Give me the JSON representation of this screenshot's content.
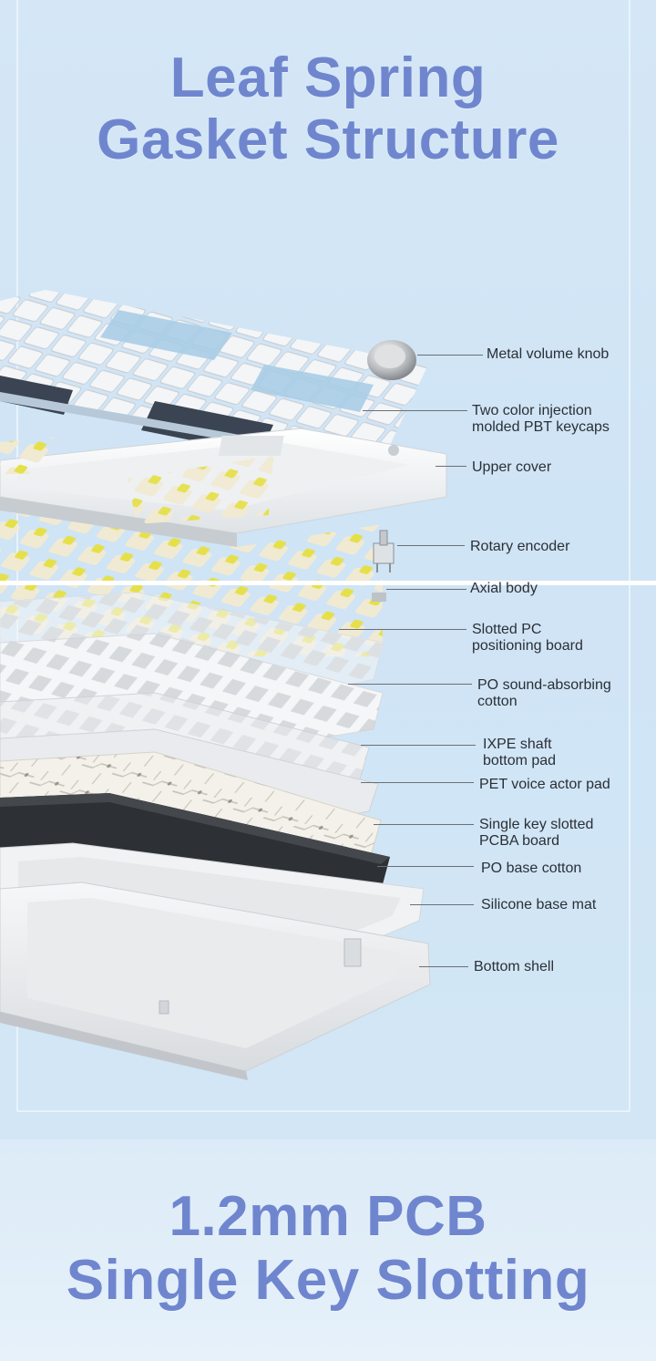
{
  "header": {
    "line1": "Leaf Spring",
    "line2": "Gasket Structure"
  },
  "footer": {
    "line1": "1.2mm PCB",
    "line2": "Single Key Slotting"
  },
  "layers": [
    {
      "line1": "Metal volume knob",
      "line2": ""
    },
    {
      "line1": "Two color injection",
      "line2": "molded PBT keycaps"
    },
    {
      "line1": "Upper cover",
      "line2": ""
    },
    {
      "line1": "Rotary encoder",
      "line2": ""
    },
    {
      "line1": "Axial body",
      "line2": ""
    },
    {
      "line1": "Slotted PC",
      "line2": "positioning board"
    },
    {
      "line1": "PO sound-absorbing",
      "line2": "cotton"
    },
    {
      "line1": "IXPE shaft",
      "line2": "bottom pad"
    },
    {
      "line1": "PET voice actor pad",
      "line2": ""
    },
    {
      "line1": "Single key slotted",
      "line2": "PCBA board"
    },
    {
      "line1": "PO base cotton",
      "line2": ""
    },
    {
      "line1": "Silicone base mat",
      "line2": ""
    },
    {
      "line1": "Bottom shell",
      "line2": ""
    }
  ],
  "colors": {
    "headline": "#6f86cf",
    "background": "#cfe3f3",
    "keycap_blue": "#a9cde6",
    "keycap_dark": "#3b4452",
    "switch_yellow": "#e5e04a"
  }
}
